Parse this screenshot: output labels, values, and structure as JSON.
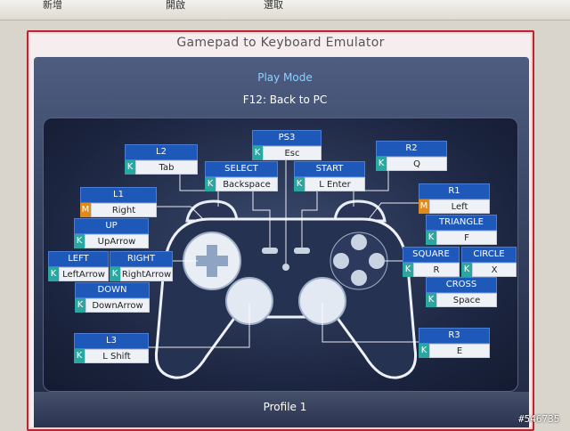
{
  "toolbar": {
    "new": "新增",
    "open": "開啟",
    "select": "選取"
  },
  "window": {
    "title": "Gamepad to Keyboard Emulator"
  },
  "header": {
    "mode": "Play Mode",
    "hint": "F12:  Back to PC"
  },
  "footer": {
    "profile": "Profile 1"
  },
  "watermark": "#546735",
  "mappings": {
    "ps3": {
      "name": "PS3",
      "mode": "K",
      "key": "Esc"
    },
    "l2": {
      "name": "L2",
      "mode": "K",
      "key": "Tab"
    },
    "select": {
      "name": "SELECT",
      "mode": "K",
      "key": "Backspace"
    },
    "start": {
      "name": "START",
      "mode": "K",
      "key": "L Enter"
    },
    "r2": {
      "name": "R2",
      "mode": "K",
      "key": "Q"
    },
    "l1": {
      "name": "L1",
      "mode": "M",
      "key": "Right"
    },
    "r1": {
      "name": "R1",
      "mode": "M",
      "key": "Left"
    },
    "up": {
      "name": "UP",
      "mode": "K",
      "key": "UpArrow"
    },
    "triangle": {
      "name": "TRIANGLE",
      "mode": "K",
      "key": "F"
    },
    "left": {
      "name": "LEFT",
      "mode": "K",
      "key": "LeftArrow"
    },
    "right": {
      "name": "RIGHT",
      "mode": "K",
      "key": "RightArrow"
    },
    "square": {
      "name": "SQUARE",
      "mode": "K",
      "key": "R"
    },
    "circle": {
      "name": "CIRCLE",
      "mode": "K",
      "key": "X"
    },
    "down": {
      "name": "DOWN",
      "mode": "K",
      "key": "DownArrow"
    },
    "cross": {
      "name": "CROSS",
      "mode": "K",
      "key": "Space"
    },
    "l3": {
      "name": "L3",
      "mode": "K",
      "key": "L Shift"
    },
    "r3": {
      "name": "R3",
      "mode": "K",
      "key": "E"
    }
  }
}
